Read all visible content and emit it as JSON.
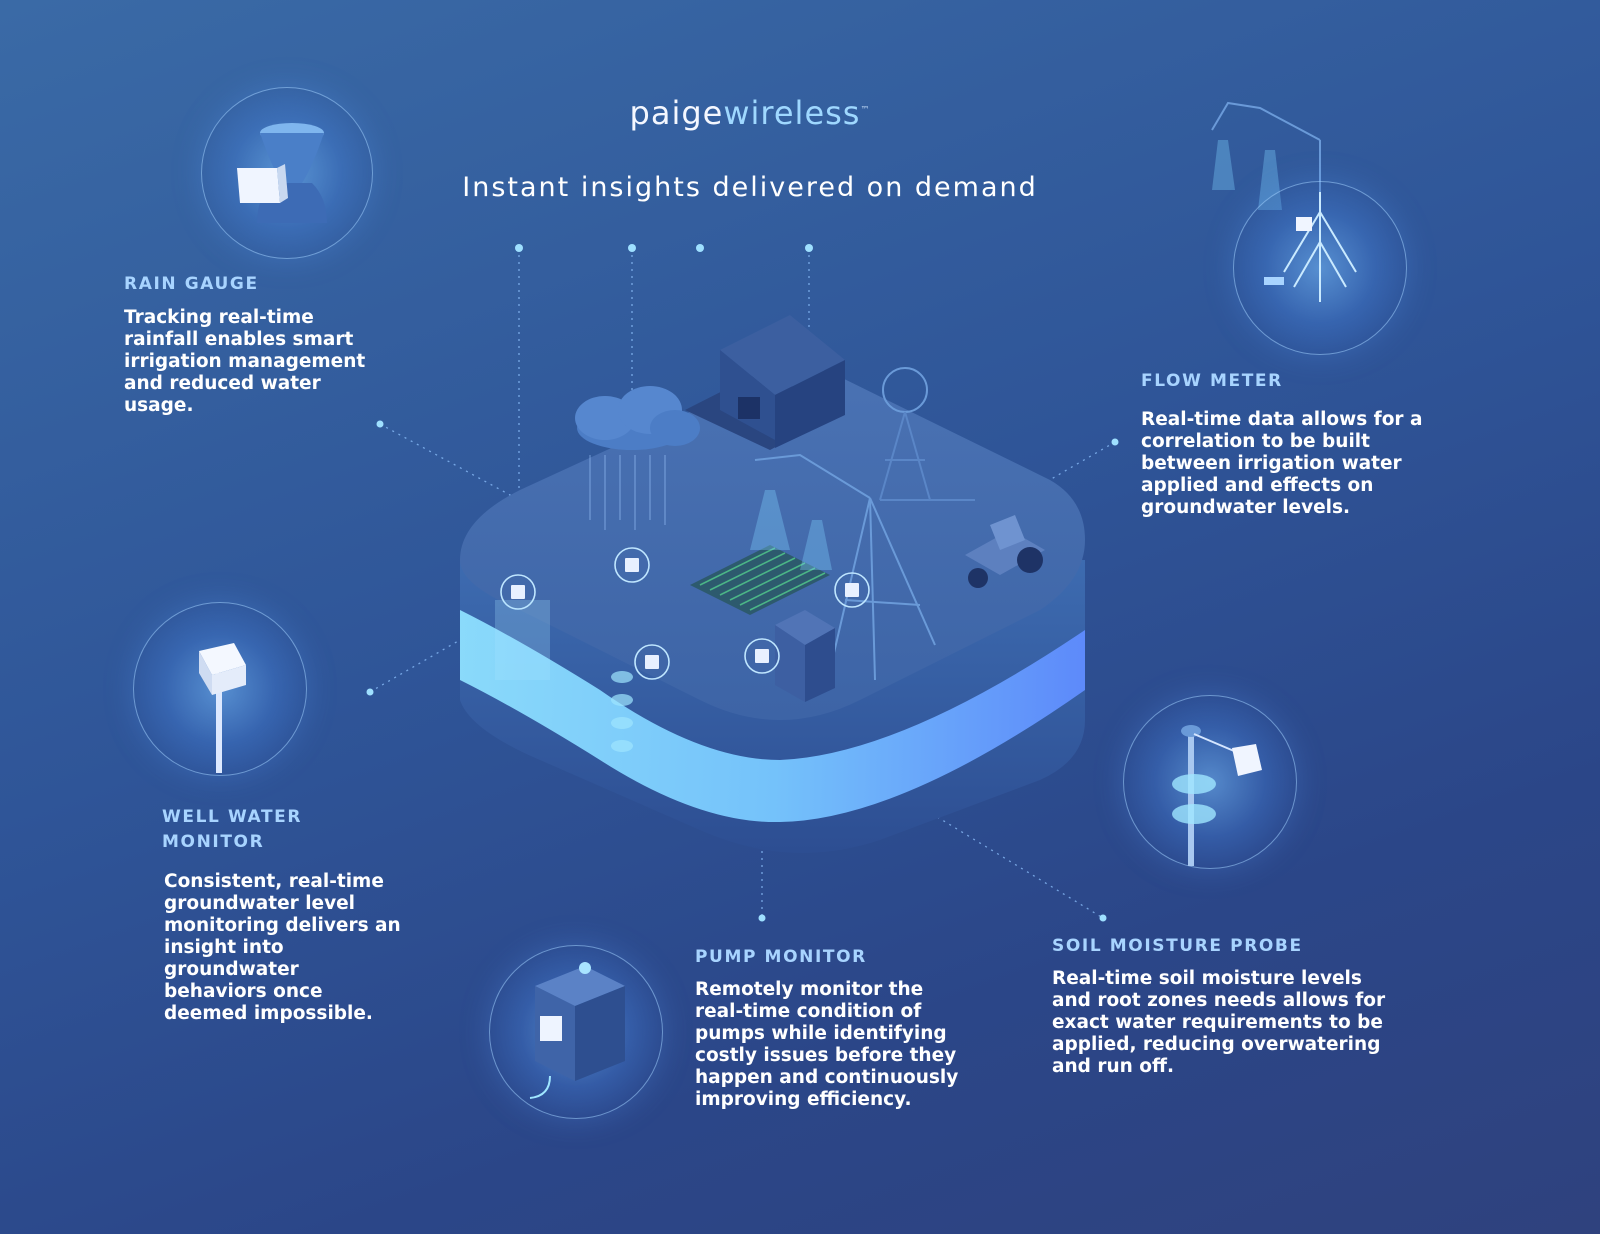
{
  "brand": {
    "part1": "paige",
    "part2": "wireless",
    "tm": "™"
  },
  "headline": "Instant insights delivered on demand",
  "features": {
    "rain_gauge": {
      "title": "RAIN GAUGE",
      "text": "Tracking real-time\nrainfall enables smart\nirrigation management\nand reduced water\nusage."
    },
    "flow_meter": {
      "title": "FLOW METER",
      "text": "Real-time data allows for a\ncorrelation to be built\nbetween irrigation water\napplied and effects on\ngroundwater levels."
    },
    "well_water": {
      "title": "WELL WATER\nMONITOR",
      "text": "Consistent, real-time\ngroundwater level\nmonitoring delivers an\ninsight into\ngroundwater\nbehaviors once\ndeemed impossible."
    },
    "pump_monitor": {
      "title": "PUMP MONITOR",
      "text": "Remotely monitor the\nreal-time condition of\npumps while identifying\ncostly issues before they\nhappen and continuously\nimproving efficiency."
    },
    "soil_moisture": {
      "title": "SOIL MOISTURE PROBE",
      "text": "Real-time soil moisture levels\nand root zones needs allows for\nexact water requirements to be\napplied, reducing overwatering\nand run off."
    }
  },
  "colors": {
    "background": "#2f5598",
    "accent": "#a8d4ff",
    "water": "#7fd2ff"
  }
}
